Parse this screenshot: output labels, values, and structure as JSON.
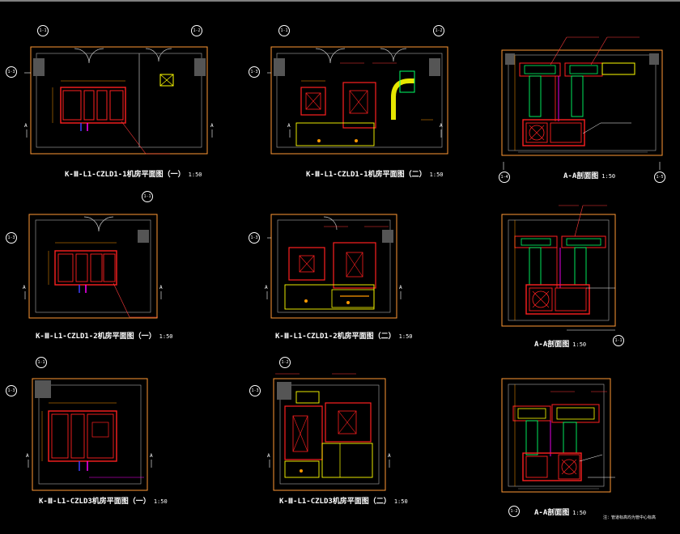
{
  "drawing_titles": {
    "p1": "K-Ⅲ-L1-CZLD1-1机房平面图（一）",
    "p2": "K-Ⅲ-L1-CZLD1-1机房平面图（二）",
    "s1": "A-A剖面图",
    "p3": "K-Ⅲ-L1-CZLD1-2机房平面图（一）",
    "p4": "K-Ⅲ-L1-CZLD1-2机房平面图（二）",
    "s2": "A-A剖面图",
    "p5": "K-Ⅲ-L1-CZLD3机房平面图（一）",
    "p6": "K-Ⅲ-L1-CZLD3机房平面图（二）",
    "s3": "A-A剖面图"
  },
  "scale": "1:50",
  "axis_bubbles": [
    "1-1",
    "1-2",
    "1-3",
    "1-4",
    "1-5"
  ],
  "section_mark": "A",
  "footnote": "注：管道标高均为管中心标高",
  "colors": {
    "wall": "#ffffff",
    "equipment": "#ff2020",
    "duct": "#ffff00",
    "pipe": "#00ff66",
    "dim": "#ff9900",
    "annotation": "#ff3b3b"
  }
}
